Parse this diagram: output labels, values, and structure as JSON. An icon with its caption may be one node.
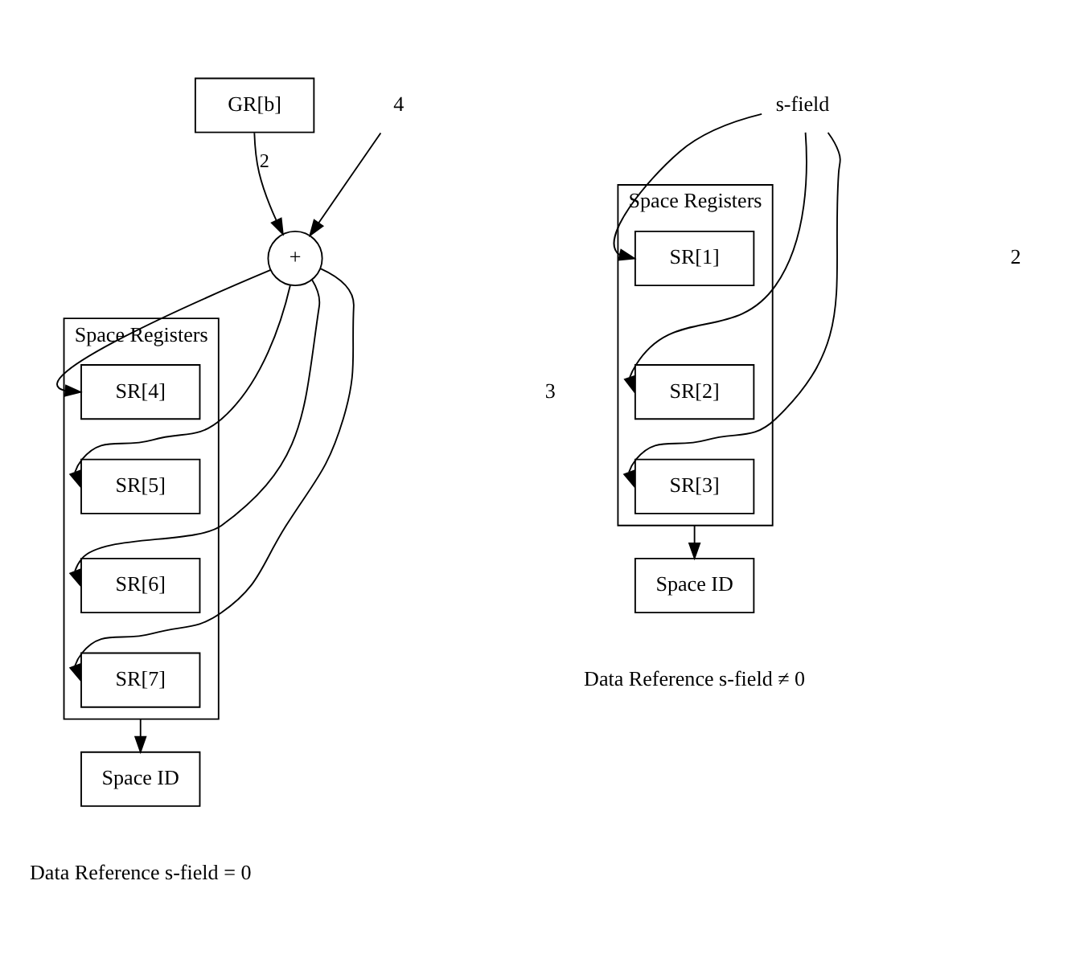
{
  "diagram": {
    "nodes": [
      {
        "text": [
          "GR[b]"
        ]
      },
      {
        "text": [
          "Space Registers"
        ]
      },
      {
        "text": [
          "SR[4]"
        ],
        "in": 1
      },
      {
        "text": [
          "SR[5]"
        ],
        "in": 1
      },
      {
        "text": [
          "SR[6]"
        ],
        "in": 1
      },
      {
        "text": [
          "SR[7]"
        ],
        "in": 1
      },
      {
        "text": [
          "+"
        ]
      },
      {
        "text": [
          "4"
        ]
      },
      {
        "text": [
          "Space ID"
        ]
      },
      {
        "text": [
          "s-field"
        ]
      },
      {
        "text": [
          "Space Registers"
        ]
      },
      {
        "text": [
          "SR[1]"
        ],
        "in": 10
      },
      {
        "text": [
          "SR[2]"
        ],
        "in": 10
      },
      {
        "text": [
          "SR[3]"
        ],
        "in": 10
      },
      {
        "text": [
          "Space ID"
        ]
      }
    ],
    "edges": [
      {
        "from": 0,
        "to": 6,
        "arrow": "to",
        "label": "2"
      },
      {
        "from": 7,
        "to": 6,
        "arrow": "to"
      },
      {
        "from": 6,
        "to": 2,
        "arrow": "to"
      },
      {
        "from": 6,
        "to": 3,
        "arrow": "to"
      },
      {
        "from": 6,
        "to": 4,
        "arrow": "to"
      },
      {
        "from": 6,
        "to": 5,
        "arrow": "to"
      },
      {
        "from": 1,
        "to": 8,
        "arrow": "to"
      },
      {
        "from": 9,
        "to": 11,
        "arrow": "to"
      },
      {
        "from": 9,
        "to": 12,
        "arrow": "to"
      },
      {
        "from": 9,
        "to": 13,
        "arrow": "to"
      },
      {
        "from": 10,
        "to": 14,
        "arrow": "to"
      }
    ],
    "labels": [
      "3",
      "2",
      "Data Reference s-field = 0",
      "Data Reference s-field ≠ 0"
    ]
  }
}
